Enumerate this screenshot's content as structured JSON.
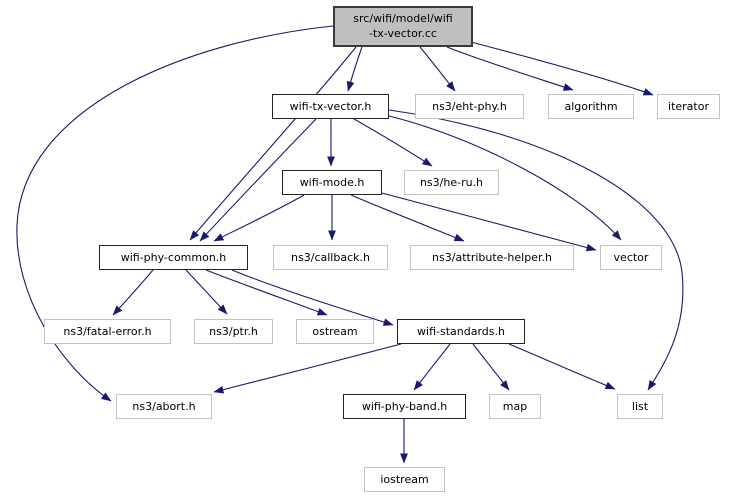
{
  "graph": {
    "kind": "include-dependency-graph",
    "colors": {
      "edge": "#191970",
      "root_fill": "#bfbfbf",
      "linked_node_border": "#232323",
      "plain_node_border": "#c2c2c2",
      "node_fill": "#ffffff",
      "text": "#000000"
    },
    "nodes": [
      {
        "id": "root",
        "label": "src/wifi/model/wifi\n-tx-vector.cc",
        "kind": "root"
      },
      {
        "id": "wifi-tx-vector-h",
        "label": "wifi-tx-vector.h",
        "kind": "linked"
      },
      {
        "id": "eht-phy-h",
        "label": "ns3/eht-phy.h",
        "kind": "plain"
      },
      {
        "id": "algorithm",
        "label": "algorithm",
        "kind": "plain"
      },
      {
        "id": "iterator",
        "label": "iterator",
        "kind": "plain"
      },
      {
        "id": "wifi-mode-h",
        "label": "wifi-mode.h",
        "kind": "linked"
      },
      {
        "id": "he-ru-h",
        "label": "ns3/he-ru.h",
        "kind": "plain"
      },
      {
        "id": "wifi-phy-common-h",
        "label": "wifi-phy-common.h",
        "kind": "linked"
      },
      {
        "id": "callback-h",
        "label": "ns3/callback.h",
        "kind": "plain"
      },
      {
        "id": "attribute-helper-h",
        "label": "ns3/attribute-helper.h",
        "kind": "plain"
      },
      {
        "id": "vector",
        "label": "vector",
        "kind": "plain"
      },
      {
        "id": "fatal-error-h",
        "label": "ns3/fatal-error.h",
        "kind": "plain"
      },
      {
        "id": "ptr-h",
        "label": "ns3/ptr.h",
        "kind": "plain"
      },
      {
        "id": "ostream",
        "label": "ostream",
        "kind": "plain"
      },
      {
        "id": "wifi-standards-h",
        "label": "wifi-standards.h",
        "kind": "linked"
      },
      {
        "id": "abort-h",
        "label": "ns3/abort.h",
        "kind": "plain"
      },
      {
        "id": "wifi-phy-band-h",
        "label": "wifi-phy-band.h",
        "kind": "linked"
      },
      {
        "id": "map",
        "label": "map",
        "kind": "plain"
      },
      {
        "id": "list",
        "label": "list",
        "kind": "plain"
      },
      {
        "id": "iostream",
        "label": "iostream",
        "kind": "plain"
      }
    ],
    "edges": [
      {
        "from": "src/wifi/model/wifi-tx-vector.cc",
        "to": "wifi-tx-vector.h"
      },
      {
        "from": "src/wifi/model/wifi-tx-vector.cc",
        "to": "ns3/eht-phy.h"
      },
      {
        "from": "src/wifi/model/wifi-tx-vector.cc",
        "to": "algorithm"
      },
      {
        "from": "src/wifi/model/wifi-tx-vector.cc",
        "to": "iterator"
      },
      {
        "from": "src/wifi/model/wifi-tx-vector.cc",
        "to": "wifi-phy-common.h"
      },
      {
        "from": "src/wifi/model/wifi-tx-vector.cc",
        "to": "ns3/abort.h"
      },
      {
        "from": "wifi-tx-vector.h",
        "to": "wifi-mode.h"
      },
      {
        "from": "wifi-tx-vector.h",
        "to": "ns3/he-ru.h"
      },
      {
        "from": "wifi-tx-vector.h",
        "to": "wifi-phy-common.h"
      },
      {
        "from": "wifi-tx-vector.h",
        "to": "vector"
      },
      {
        "from": "wifi-tx-vector.h",
        "to": "list"
      },
      {
        "from": "wifi-mode.h",
        "to": "ns3/callback.h"
      },
      {
        "from": "wifi-mode.h",
        "to": "ns3/attribute-helper.h"
      },
      {
        "from": "wifi-mode.h",
        "to": "wifi-phy-common.h"
      },
      {
        "from": "wifi-mode.h",
        "to": "vector"
      },
      {
        "from": "wifi-phy-common.h",
        "to": "ns3/fatal-error.h"
      },
      {
        "from": "wifi-phy-common.h",
        "to": "ns3/ptr.h"
      },
      {
        "from": "wifi-phy-common.h",
        "to": "ostream"
      },
      {
        "from": "wifi-phy-common.h",
        "to": "wifi-standards.h"
      },
      {
        "from": "wifi-standards.h",
        "to": "ns3/abort.h"
      },
      {
        "from": "wifi-standards.h",
        "to": "wifi-phy-band.h"
      },
      {
        "from": "wifi-standards.h",
        "to": "map"
      },
      {
        "from": "wifi-standards.h",
        "to": "list"
      },
      {
        "from": "wifi-phy-band.h",
        "to": "iostream"
      }
    ]
  }
}
